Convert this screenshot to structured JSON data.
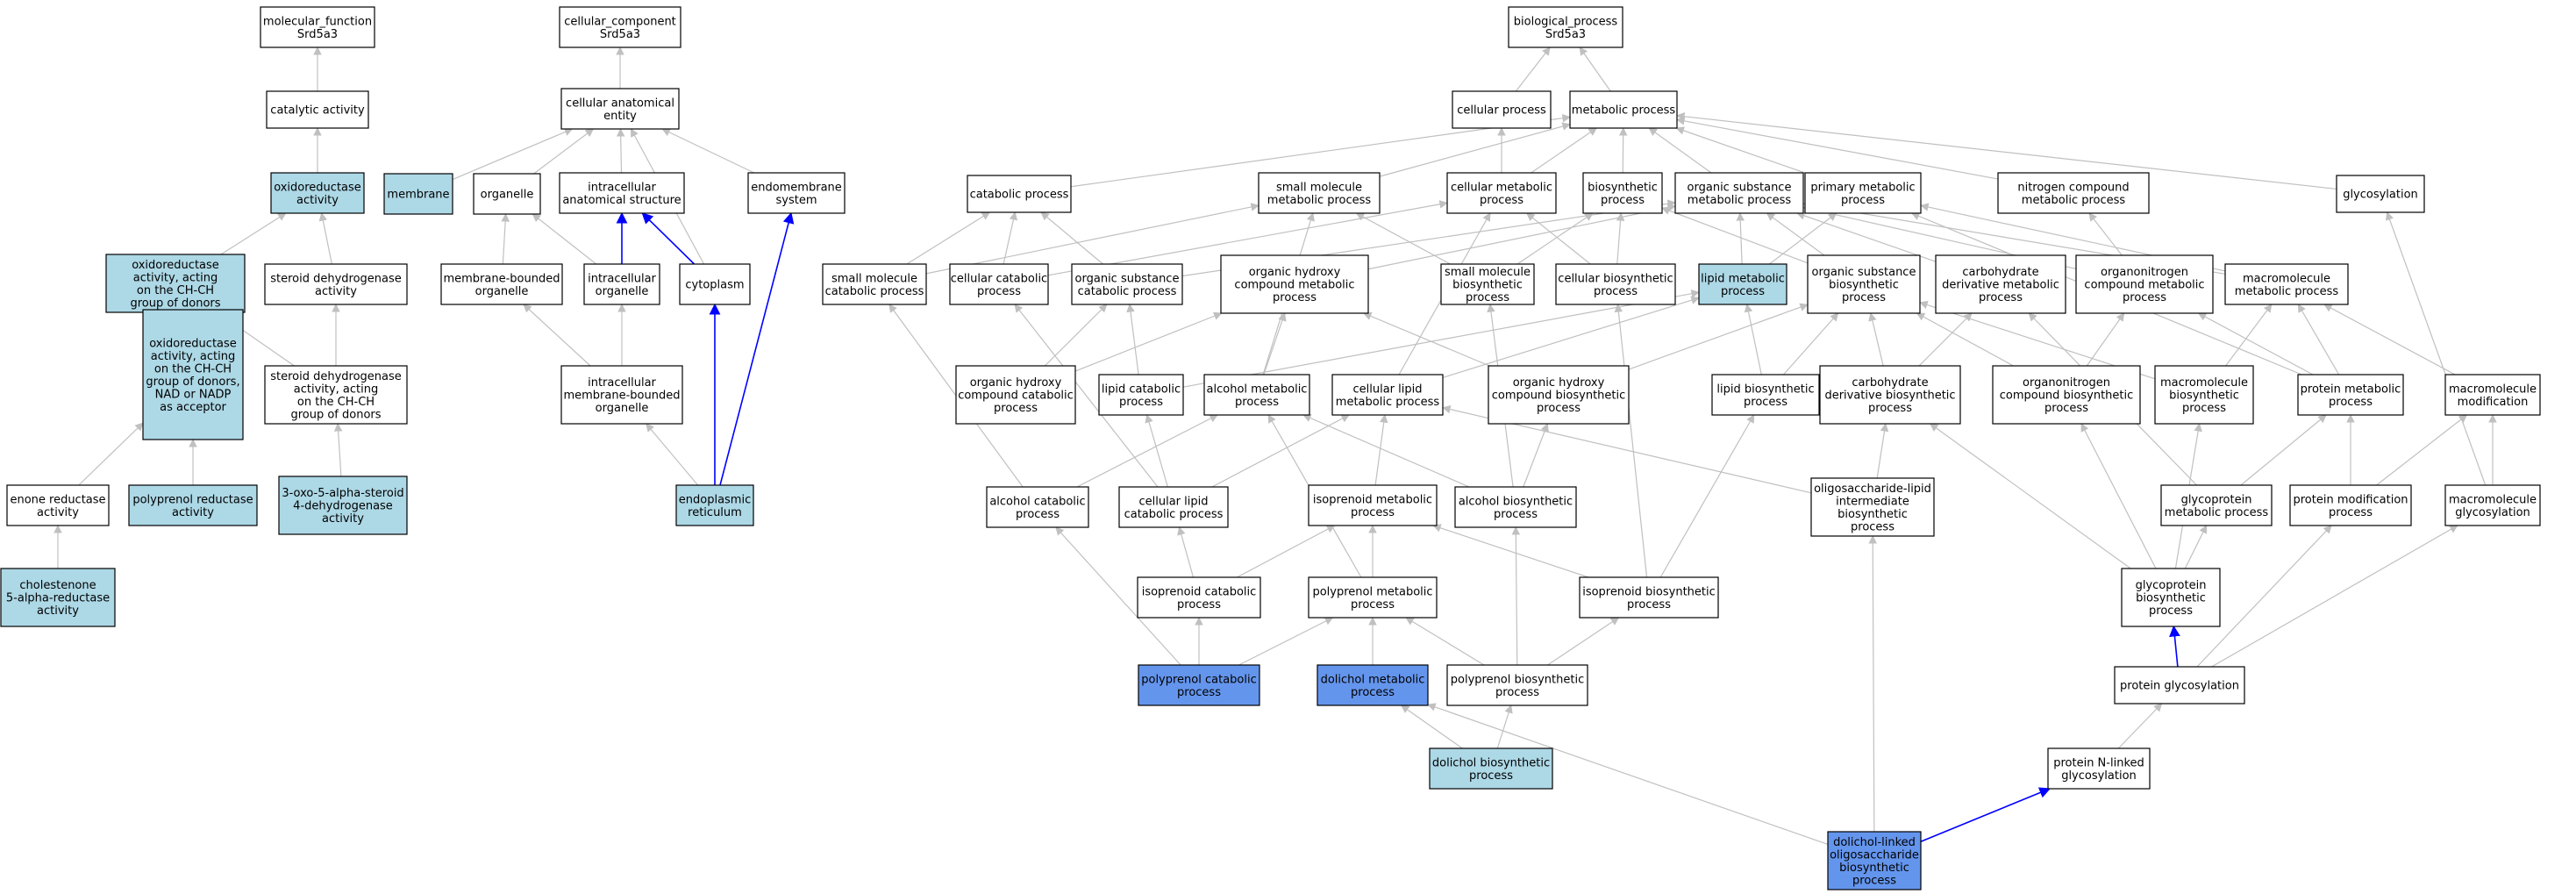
{
  "colors": {
    "edge_default": "#c0c0c0",
    "edge_highlight": "#0000ff",
    "fill_white": "#ffffff",
    "fill_light": "#add8e6",
    "fill_dark": "#6495ed",
    "stroke": "#000000"
  },
  "nodes": [
    {
      "id": "mf",
      "lines": [
        "molecular_function",
        "Srd5a3"
      ],
      "fill": "white"
    },
    {
      "id": "cc",
      "lines": [
        "cellular_component",
        "Srd5a3"
      ],
      "fill": "white"
    },
    {
      "id": "bp",
      "lines": [
        "biological_process",
        "Srd5a3"
      ],
      "fill": "white"
    },
    {
      "id": "catalytic",
      "lines": [
        "catalytic activity"
      ],
      "fill": "white"
    },
    {
      "id": "cae",
      "lines": [
        "cellular anatomical",
        "entity"
      ],
      "fill": "white"
    },
    {
      "id": "cellproc",
      "lines": [
        "cellular process"
      ],
      "fill": "white"
    },
    {
      "id": "metproc",
      "lines": [
        "metabolic process"
      ],
      "fill": "white"
    },
    {
      "id": "oxred",
      "lines": [
        "oxidoreductase",
        "activity"
      ],
      "fill": "light"
    },
    {
      "id": "membrane",
      "lines": [
        "membrane"
      ],
      "fill": "light"
    },
    {
      "id": "organelle",
      "lines": [
        "organelle"
      ],
      "fill": "white"
    },
    {
      "id": "ias",
      "lines": [
        "intracellular",
        "anatomical structure"
      ],
      "fill": "white"
    },
    {
      "id": "endomem",
      "lines": [
        "endomembrane",
        "system"
      ],
      "fill": "white"
    },
    {
      "id": "catabolic",
      "lines": [
        "catabolic process"
      ],
      "fill": "white"
    },
    {
      "id": "smp",
      "lines": [
        "small molecule",
        "metabolic process"
      ],
      "fill": "white"
    },
    {
      "id": "cmp",
      "lines": [
        "cellular metabolic",
        "process"
      ],
      "fill": "white"
    },
    {
      "id": "biosyn",
      "lines": [
        "biosynthetic",
        "process"
      ],
      "fill": "white"
    },
    {
      "id": "osmp",
      "lines": [
        "organic substance",
        "metabolic process"
      ],
      "fill": "white"
    },
    {
      "id": "pmp",
      "lines": [
        "primary metabolic",
        "process"
      ],
      "fill": "white"
    },
    {
      "id": "ncmp",
      "lines": [
        "nitrogen compound",
        "metabolic process"
      ],
      "fill": "white"
    },
    {
      "id": "glycosylation",
      "lines": [
        "glycosylation"
      ],
      "fill": "white"
    },
    {
      "id": "oxchch",
      "lines": [
        "oxidoreductase",
        "activity, acting",
        "on the CH-CH",
        "group of donors"
      ],
      "fill": "light"
    },
    {
      "id": "sda",
      "lines": [
        "steroid dehydrogenase",
        "activity"
      ],
      "fill": "white"
    },
    {
      "id": "mbo",
      "lines": [
        "membrane-bounded",
        "organelle"
      ],
      "fill": "white"
    },
    {
      "id": "intorg",
      "lines": [
        "intracellular",
        "organelle"
      ],
      "fill": "white"
    },
    {
      "id": "cytoplasm",
      "lines": [
        "cytoplasm"
      ],
      "fill": "white"
    },
    {
      "id": "smcp",
      "lines": [
        "small molecule",
        "catabolic process"
      ],
      "fill": "white"
    },
    {
      "id": "ccp",
      "lines": [
        "cellular catabolic",
        "process"
      ],
      "fill": "white"
    },
    {
      "id": "oscp",
      "lines": [
        "organic substance",
        "catabolic process"
      ],
      "fill": "white"
    },
    {
      "id": "ohcmp",
      "lines": [
        "organic hydroxy",
        "compound metabolic",
        "process"
      ],
      "fill": "white"
    },
    {
      "id": "smbp",
      "lines": [
        "small molecule",
        "biosynthetic",
        "process"
      ],
      "fill": "white"
    },
    {
      "id": "cbp",
      "lines": [
        "cellular biosynthetic",
        "process"
      ],
      "fill": "white"
    },
    {
      "id": "lmp",
      "lines": [
        "lipid metabolic",
        "process"
      ],
      "fill": "light"
    },
    {
      "id": "osbp",
      "lines": [
        "organic substance",
        "biosynthetic",
        "process"
      ],
      "fill": "white"
    },
    {
      "id": "cdmp",
      "lines": [
        "carbohydrate",
        "derivative metabolic",
        "process"
      ],
      "fill": "white"
    },
    {
      "id": "onmp",
      "lines": [
        "organonitrogen",
        "compound metabolic",
        "process"
      ],
      "fill": "white"
    },
    {
      "id": "mmp",
      "lines": [
        "macromolecule",
        "metabolic process"
      ],
      "fill": "white"
    },
    {
      "id": "oxnadp",
      "lines": [
        "oxidoreductase",
        "activity, acting",
        "on the CH-CH",
        "group of donors,",
        "NAD or NADP",
        "as acceptor"
      ],
      "fill": "light"
    },
    {
      "id": "sdachch",
      "lines": [
        "steroid dehydrogenase",
        "activity, acting",
        "on the CH-CH",
        "group of donors"
      ],
      "fill": "white"
    },
    {
      "id": "imbo",
      "lines": [
        "intracellular",
        "membrane-bounded",
        "organelle"
      ],
      "fill": "white"
    },
    {
      "id": "ohccp",
      "lines": [
        "organic hydroxy",
        "compound catabolic",
        "process"
      ],
      "fill": "white"
    },
    {
      "id": "lcp",
      "lines": [
        "lipid catabolic",
        "process"
      ],
      "fill": "white"
    },
    {
      "id": "amp",
      "lines": [
        "alcohol metabolic",
        "process"
      ],
      "fill": "white"
    },
    {
      "id": "clmp",
      "lines": [
        "cellular lipid",
        "metabolic process"
      ],
      "fill": "white"
    },
    {
      "id": "ohcbp",
      "lines": [
        "organic hydroxy",
        "compound biosynthetic",
        "process"
      ],
      "fill": "white"
    },
    {
      "id": "lbp",
      "lines": [
        "lipid biosynthetic",
        "process"
      ],
      "fill": "white"
    },
    {
      "id": "cdbp",
      "lines": [
        "carbohydrate",
        "derivative biosynthetic",
        "process"
      ],
      "fill": "white"
    },
    {
      "id": "onbp",
      "lines": [
        "organonitrogen",
        "compound biosynthetic",
        "process"
      ],
      "fill": "white"
    },
    {
      "id": "mbp",
      "lines": [
        "macromolecule",
        "biosynthetic",
        "process"
      ],
      "fill": "white"
    },
    {
      "id": "protmp",
      "lines": [
        "protein metabolic",
        "process"
      ],
      "fill": "white"
    },
    {
      "id": "mmod",
      "lines": [
        "macromolecule",
        "modification"
      ],
      "fill": "white"
    },
    {
      "id": "enone",
      "lines": [
        "enone reductase",
        "activity"
      ],
      "fill": "white"
    },
    {
      "id": "polyred",
      "lines": [
        "polyprenol reductase",
        "activity"
      ],
      "fill": "light"
    },
    {
      "id": "oxo5a",
      "lines": [
        "3-oxo-5-alpha-steroid",
        "4-dehydrogenase",
        "activity"
      ],
      "fill": "light"
    },
    {
      "id": "er",
      "lines": [
        "endoplasmic",
        "reticulum"
      ],
      "fill": "light"
    },
    {
      "id": "alccat",
      "lines": [
        "alcohol catabolic",
        "process"
      ],
      "fill": "white"
    },
    {
      "id": "clcp",
      "lines": [
        "cellular lipid",
        "catabolic process"
      ],
      "fill": "white"
    },
    {
      "id": "isomp",
      "lines": [
        "isoprenoid metabolic",
        "process"
      ],
      "fill": "white"
    },
    {
      "id": "alcbp",
      "lines": [
        "alcohol biosynthetic",
        "process"
      ],
      "fill": "white"
    },
    {
      "id": "olibp",
      "lines": [
        "oligosaccharide-lipid",
        "intermediate",
        "biosynthetic",
        "process"
      ],
      "fill": "white"
    },
    {
      "id": "gpmp",
      "lines": [
        "glycoprotein",
        "metabolic process"
      ],
      "fill": "white"
    },
    {
      "id": "pmod",
      "lines": [
        "protein modification",
        "process"
      ],
      "fill": "white"
    },
    {
      "id": "mglyc",
      "lines": [
        "macromolecule",
        "glycosylation"
      ],
      "fill": "white"
    },
    {
      "id": "chol5a",
      "lines": [
        "cholestenone",
        "5-alpha-reductase",
        "activity"
      ],
      "fill": "light"
    },
    {
      "id": "isocp",
      "lines": [
        "isoprenoid catabolic",
        "process"
      ],
      "fill": "white"
    },
    {
      "id": "polymp",
      "lines": [
        "polyprenol metabolic",
        "process"
      ],
      "fill": "white"
    },
    {
      "id": "isobp",
      "lines": [
        "isoprenoid biosynthetic",
        "process"
      ],
      "fill": "white"
    },
    {
      "id": "gpbp",
      "lines": [
        "glycoprotein",
        "biosynthetic",
        "process"
      ],
      "fill": "white"
    },
    {
      "id": "polycp",
      "lines": [
        "polyprenol catabolic",
        "process"
      ],
      "fill": "dark"
    },
    {
      "id": "dolmp",
      "lines": [
        "dolichol metabolic",
        "process"
      ],
      "fill": "dark"
    },
    {
      "id": "polybp",
      "lines": [
        "polyprenol biosynthetic",
        "process"
      ],
      "fill": "white"
    },
    {
      "id": "protglyc",
      "lines": [
        "protein glycosylation"
      ],
      "fill": "white"
    },
    {
      "id": "dolbp",
      "lines": [
        "dolichol biosynthetic",
        "process"
      ],
      "fill": "light"
    },
    {
      "id": "pnglyc",
      "lines": [
        "protein N-linked",
        "glycosylation"
      ],
      "fill": "white"
    },
    {
      "id": "dlobp",
      "lines": [
        "dolichol-linked",
        "oligosaccharide",
        "biosynthetic",
        "process"
      ],
      "fill": "dark"
    }
  ],
  "edges": [
    [
      "catalytic",
      "mf",
      0
    ],
    [
      "cae",
      "cc",
      0
    ],
    [
      "cellproc",
      "bp",
      0
    ],
    [
      "metproc",
      "bp",
      0
    ],
    [
      "oxred",
      "catalytic",
      0
    ],
    [
      "membrane",
      "cae",
      0
    ],
    [
      "organelle",
      "cae",
      0
    ],
    [
      "ias",
      "cae",
      0
    ],
    [
      "cytoplasm",
      "cae",
      0
    ],
    [
      "endomem",
      "cae",
      0
    ],
    [
      "catabolic",
      "metproc",
      0
    ],
    [
      "smp",
      "metproc",
      0
    ],
    [
      "cmp",
      "cellproc",
      0
    ],
    [
      "cmp",
      "metproc",
      0
    ],
    [
      "biosyn",
      "metproc",
      0
    ],
    [
      "osmp",
      "metproc",
      0
    ],
    [
      "pmp",
      "metproc",
      0
    ],
    [
      "ncmp",
      "metproc",
      0
    ],
    [
      "glycosylation",
      "metproc",
      0
    ],
    [
      "oxchch",
      "oxred",
      0
    ],
    [
      "sda",
      "oxred",
      0
    ],
    [
      "mbo",
      "organelle",
      0
    ],
    [
      "intorg",
      "organelle",
      0
    ],
    [
      "intorg",
      "ias",
      1
    ],
    [
      "cytoplasm",
      "ias",
      1
    ],
    [
      "smcp",
      "catabolic",
      0
    ],
    [
      "smcp",
      "smp",
      0
    ],
    [
      "ccp",
      "catabolic",
      0
    ],
    [
      "ccp",
      "cmp",
      0
    ],
    [
      "oscp",
      "catabolic",
      0
    ],
    [
      "oscp",
      "osmp",
      0
    ],
    [
      "ohcmp",
      "osmp",
      0
    ],
    [
      "smbp",
      "smp",
      0
    ],
    [
      "smbp",
      "biosyn",
      0
    ],
    [
      "cbp",
      "biosyn",
      0
    ],
    [
      "cbp",
      "cmp",
      0
    ],
    [
      "lmp",
      "osmp",
      0
    ],
    [
      "lmp",
      "pmp",
      0
    ],
    [
      "osbp",
      "osmp",
      0
    ],
    [
      "osbp",
      "biosyn",
      0
    ],
    [
      "cdmp",
      "osmp",
      0
    ],
    [
      "onmp",
      "osmp",
      0
    ],
    [
      "onmp",
      "ncmp",
      0
    ],
    [
      "mmp",
      "osmp",
      0
    ],
    [
      "mmp",
      "pmp",
      0
    ],
    [
      "oxnadp",
      "oxchch",
      0
    ],
    [
      "sdachch",
      "oxchch",
      0
    ],
    [
      "sdachch",
      "sda",
      0
    ],
    [
      "imbo",
      "mbo",
      0
    ],
    [
      "imbo",
      "intorg",
      0
    ],
    [
      "ohccp",
      "ohcmp",
      0
    ],
    [
      "ohccp",
      "oscp",
      0
    ],
    [
      "lcp",
      "lmp",
      0
    ],
    [
      "lcp",
      "oscp",
      0
    ],
    [
      "amp",
      "ohcmp",
      0
    ],
    [
      "amp",
      "smp",
      0
    ],
    [
      "clmp",
      "lmp",
      0
    ],
    [
      "clmp",
      "cmp",
      0
    ],
    [
      "ohcbp",
      "ohcmp",
      0
    ],
    [
      "ohcbp",
      "osbp",
      0
    ],
    [
      "lbp",
      "lmp",
      0
    ],
    [
      "lbp",
      "osbp",
      0
    ],
    [
      "cdbp",
      "cdmp",
      0
    ],
    [
      "cdbp",
      "osbp",
      0
    ],
    [
      "onbp",
      "onmp",
      0
    ],
    [
      "onbp",
      "osbp",
      0
    ],
    [
      "mbp",
      "mmp",
      0
    ],
    [
      "mbp",
      "osbp",
      0
    ],
    [
      "protmp",
      "onmp",
      0
    ],
    [
      "protmp",
      "mmp",
      0
    ],
    [
      "protmp",
      "pmp",
      0
    ],
    [
      "mmod",
      "mmp",
      0
    ],
    [
      "enone",
      "oxnadp",
      0
    ],
    [
      "polyred",
      "oxnadp",
      0
    ],
    [
      "oxo5a",
      "sdachch",
      0
    ],
    [
      "er",
      "imbo",
      0
    ],
    [
      "er",
      "cytoplasm",
      1
    ],
    [
      "er",
      "endomem",
      1
    ],
    [
      "alccat",
      "amp",
      0
    ],
    [
      "alccat",
      "smcp",
      0
    ],
    [
      "clcp",
      "clmp",
      0
    ],
    [
      "clcp",
      "lcp",
      0
    ],
    [
      "clcp",
      "ccp",
      0
    ],
    [
      "isomp",
      "clmp",
      0
    ],
    [
      "alcbp",
      "amp",
      0
    ],
    [
      "alcbp",
      "smbp",
      0
    ],
    [
      "alcbp",
      "ohcbp",
      0
    ],
    [
      "olibp",
      "cdbp",
      0
    ],
    [
      "olibp",
      "clmp",
      0
    ],
    [
      "gpmp",
      "protmp",
      0
    ],
    [
      "gpmp",
      "cdmp",
      0
    ],
    [
      "pmod",
      "protmp",
      0
    ],
    [
      "pmod",
      "mmod",
      0
    ],
    [
      "mglyc",
      "mmod",
      0
    ],
    [
      "mglyc",
      "glycosylation",
      0
    ],
    [
      "chol5a",
      "enone",
      0
    ],
    [
      "isocp",
      "isomp",
      0
    ],
    [
      "isocp",
      "clcp",
      0
    ],
    [
      "polymp",
      "isomp",
      0
    ],
    [
      "polymp",
      "amp",
      0
    ],
    [
      "isobp",
      "isomp",
      0
    ],
    [
      "isobp",
      "lbp",
      0
    ],
    [
      "isobp",
      "cbp",
      0
    ],
    [
      "gpbp",
      "gpmp",
      0
    ],
    [
      "gpbp",
      "mbp",
      0
    ],
    [
      "gpbp",
      "cdbp",
      0
    ],
    [
      "gpbp",
      "onbp",
      0
    ],
    [
      "polycp",
      "polymp",
      0
    ],
    [
      "polycp",
      "alccat",
      0
    ],
    [
      "polycp",
      "isocp",
      0
    ],
    [
      "dolmp",
      "polymp",
      0
    ],
    [
      "polybp",
      "polymp",
      0
    ],
    [
      "polybp",
      "alcbp",
      0
    ],
    [
      "polybp",
      "isobp",
      0
    ],
    [
      "protglyc",
      "gpbp",
      1
    ],
    [
      "protglyc",
      "pmod",
      0
    ],
    [
      "protglyc",
      "mglyc",
      0
    ],
    [
      "dolbp",
      "dolmp",
      0
    ],
    [
      "dolbp",
      "polybp",
      0
    ],
    [
      "pnglyc",
      "protglyc",
      0
    ],
    [
      "dlobp",
      "olibp",
      0
    ],
    [
      "dlobp",
      "dolmp",
      0
    ],
    [
      "dlobp",
      "pnglyc",
      1
    ]
  ]
}
